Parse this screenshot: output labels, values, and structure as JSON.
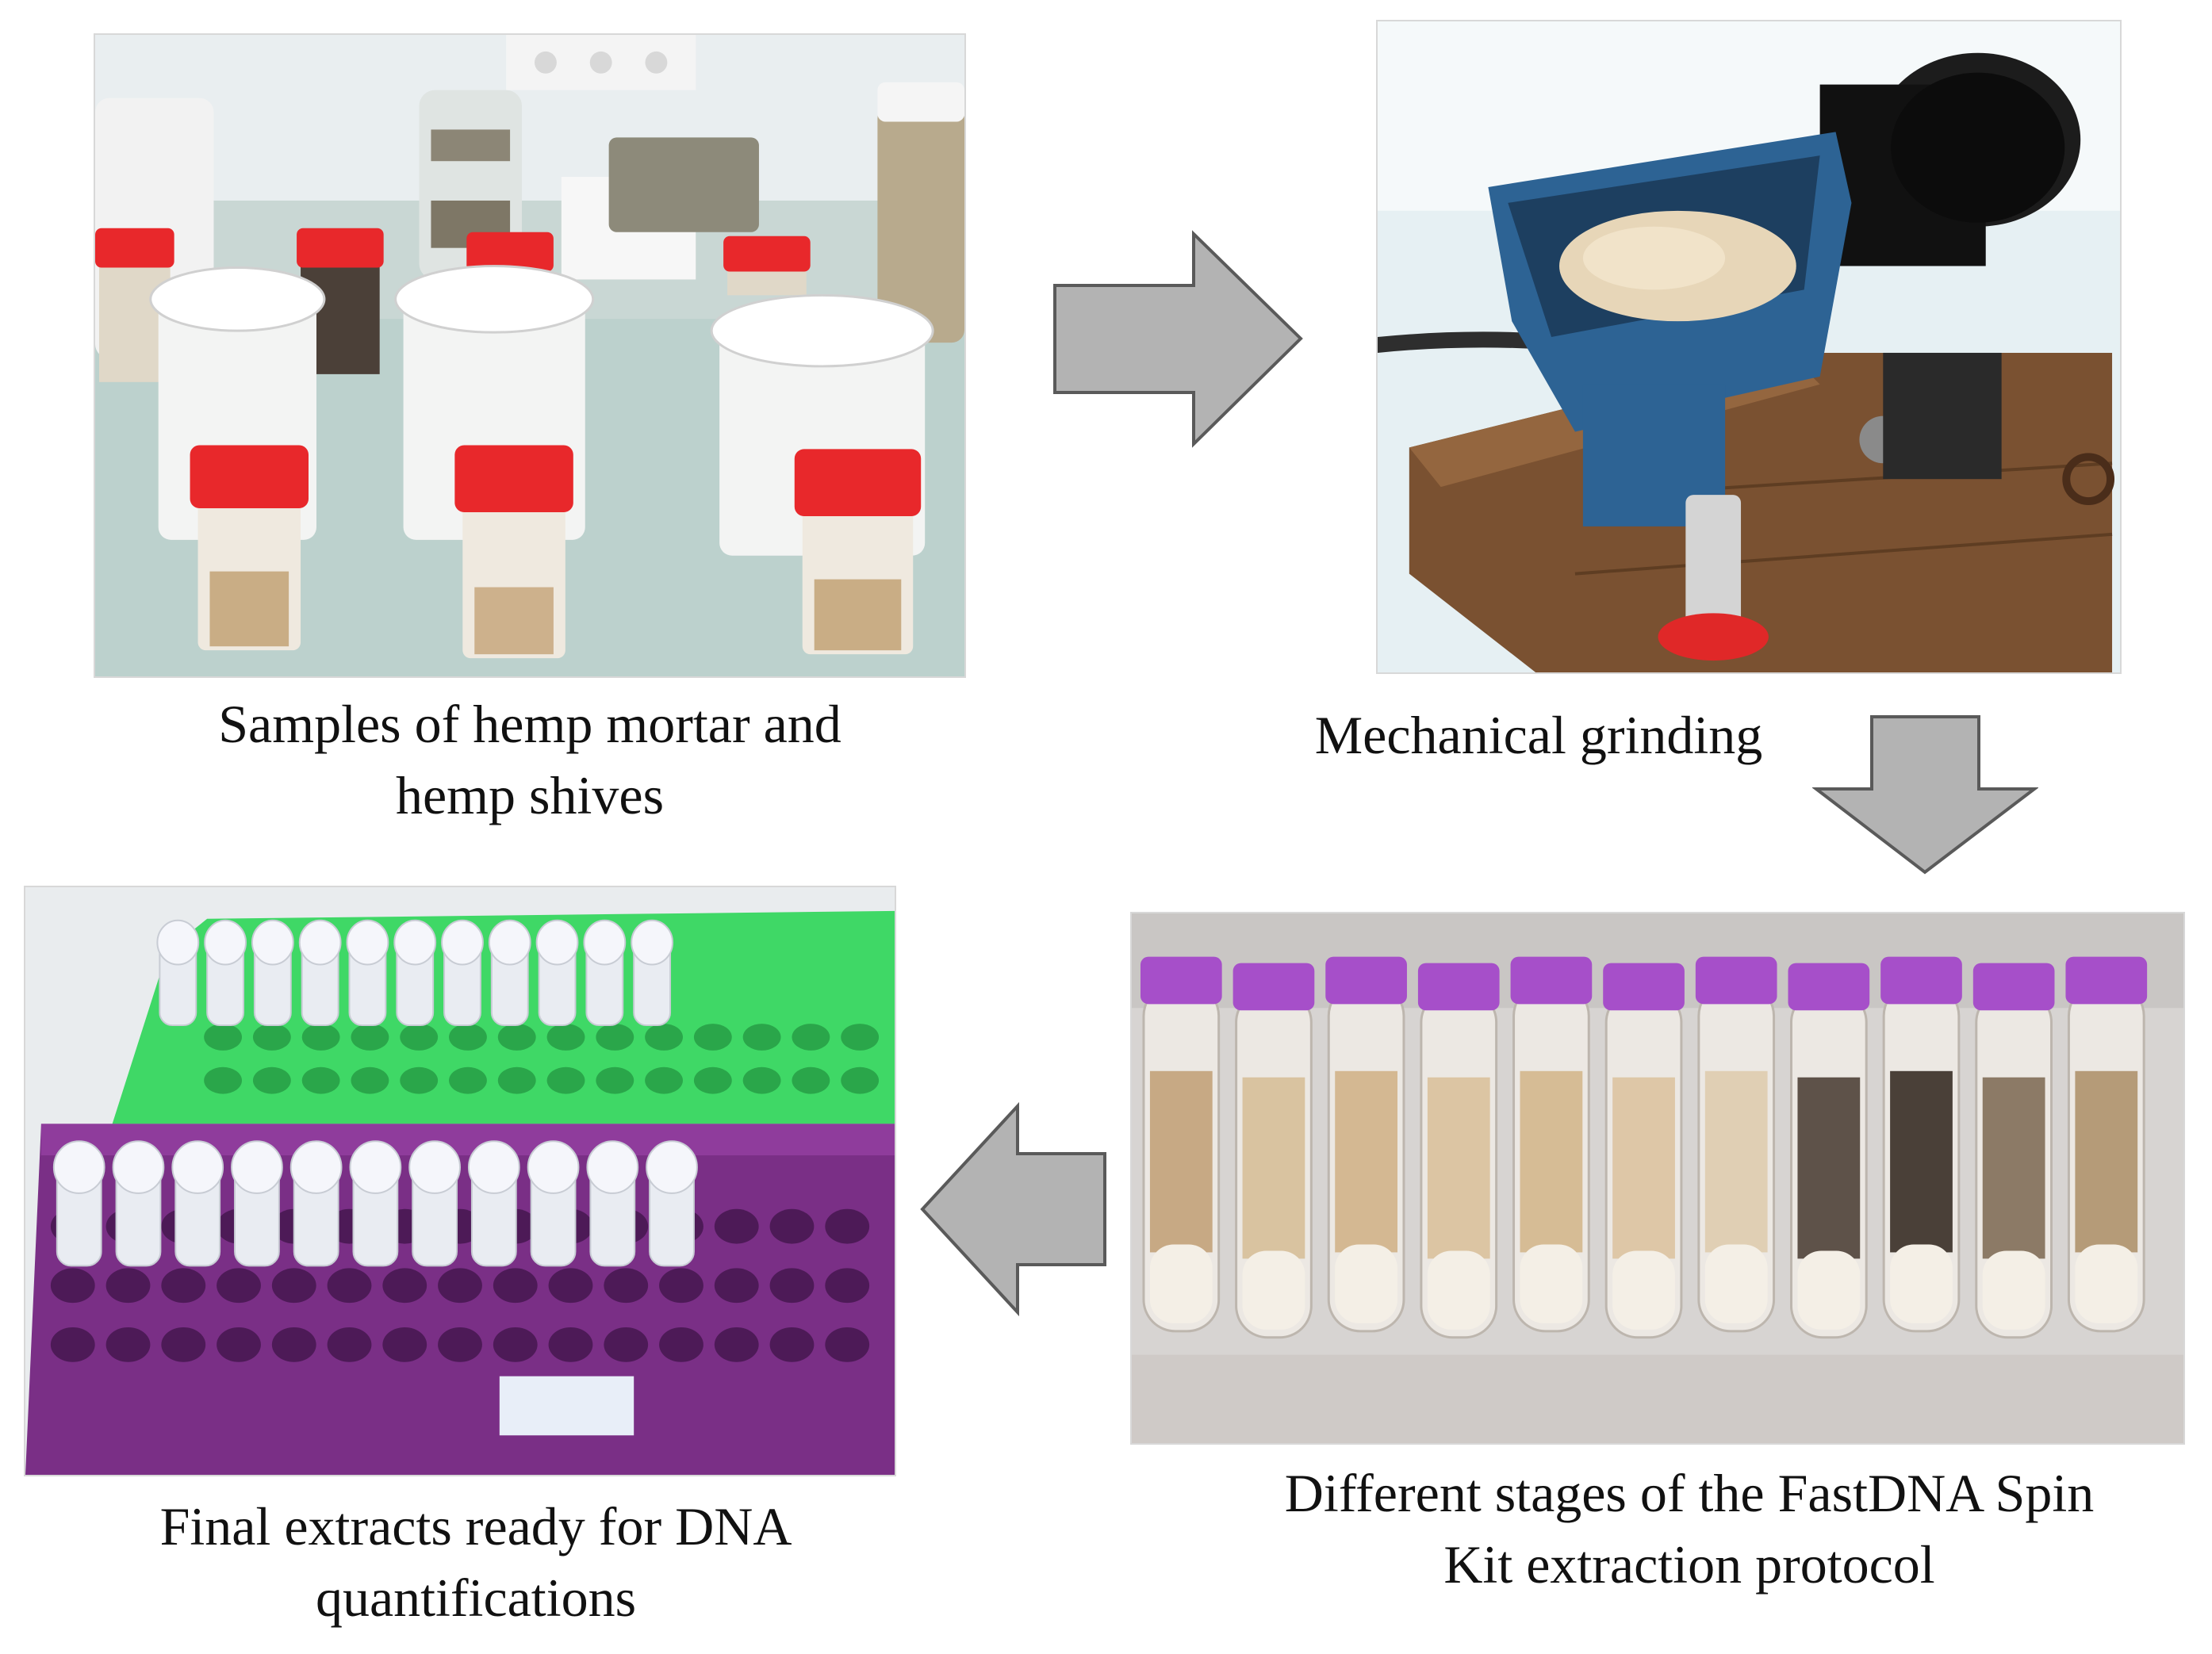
{
  "steps": [
    {
      "id": "samples",
      "caption_lines": [
        "Samples of hemp mortar and",
        "hemp shives"
      ],
      "photo_icon": "sample-jars-photo"
    },
    {
      "id": "grinding",
      "caption_lines": [
        "Mechanical grinding"
      ],
      "photo_icon": "grinder-photo"
    },
    {
      "id": "extraction",
      "caption_lines": [
        "Different stages of the FastDNA Spin",
        "Kit extraction protocol"
      ],
      "photo_icon": "tubes-photo"
    },
    {
      "id": "final",
      "caption_lines": [
        "Final extracts ready for DNA",
        "quantifications"
      ],
      "photo_icon": "tube-rack-photo"
    }
  ],
  "arrows": [
    {
      "from": "samples",
      "to": "grinding",
      "direction": "right",
      "icon": "arrow-right-icon"
    },
    {
      "from": "grinding",
      "to": "extraction",
      "direction": "down",
      "icon": "arrow-down-icon"
    },
    {
      "from": "extraction",
      "to": "final",
      "direction": "left",
      "icon": "arrow-left-icon"
    }
  ],
  "colors": {
    "arrow_fill": "#b3b3b3",
    "arrow_stroke": "#5a5a5a",
    "jar_lid_red": "#e8282b",
    "tube_cap_purple": "#a64fc9",
    "rack_green": "#3fd866",
    "rack_purple": "#7a2f86"
  }
}
